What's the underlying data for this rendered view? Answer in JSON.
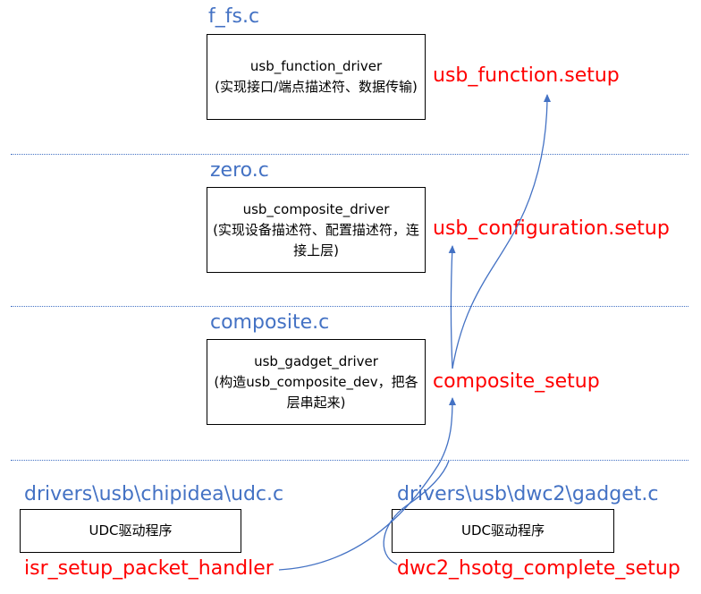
{
  "layers": {
    "f_fs": {
      "file": "f_fs.c",
      "box_title": "usb_function_driver",
      "box_desc": "(实现接口/端点描述符、数据传输)",
      "func": "usb_function.setup"
    },
    "zero": {
      "file": "zero.c",
      "box_title": "usb_composite_driver",
      "box_desc": "(实现设备描述符、配置描述符，连接上层)",
      "func": "usb_configuration.setup"
    },
    "composite": {
      "file": "composite.c",
      "box_title": "usb_gadget_driver",
      "box_desc": "(构造usb_composite_dev，把各层串起来)",
      "func": "composite_setup"
    },
    "udc_left": {
      "file": "drivers\\usb\\chipidea\\udc.c",
      "box_title": "UDC驱动程序",
      "func": "isr_setup_packet_handler"
    },
    "udc_right": {
      "file": "drivers\\usb\\dwc2\\gadget.c",
      "box_title": "UDC驱动程序",
      "func": "dwc2_hsotg_complete_setup"
    }
  },
  "colors": {
    "file_label": "#4472C4",
    "func_label": "#FF0000",
    "arrow": "#4472C4",
    "separator": "#4472C4"
  }
}
